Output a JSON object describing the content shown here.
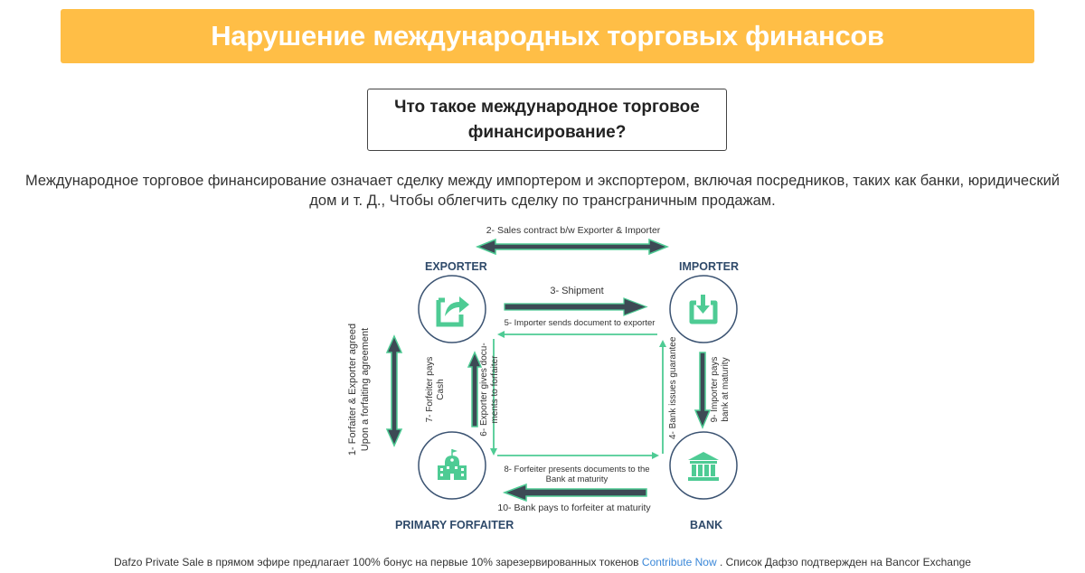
{
  "banner": {
    "title": "Нарушение международных торговых финансов",
    "color": "#FFBE46"
  },
  "question_box": {
    "text": "Что такое международное торговое финансирование?"
  },
  "description": {
    "line1": "Международное торговое финансирование означает сделку между импортером и экспортером, включая посредников, таких как банки, юридический",
    "line2": "дом и т. Д., Чтобы облегчить сделку по трансграничным продажам."
  },
  "diagram": {
    "nodes": {
      "exporter": {
        "label": "EXPORTER",
        "icon": "share-icon"
      },
      "importer": {
        "label": "IMPORTER",
        "icon": "download-icon"
      },
      "forfaiter": {
        "label": "PRIMARY FORFAITER",
        "icon": "school-building-icon"
      },
      "bank": {
        "label": "BANK",
        "icon": "bank-icon"
      }
    },
    "steps": {
      "s1": {
        "line1": "1- Forfaiter & Exporter agreed",
        "line2": "Upon a forfaiting agreement"
      },
      "s2": "2- Sales contract b/w Exporter & Importer",
      "s3": "3- Shipment",
      "s4": "4- Bank issues guarantee",
      "s5": "5- Importer sends document to exporter",
      "s6": {
        "line1": "6- Exporter gives docu-",
        "line2": "ments to forfaiter"
      },
      "s7": {
        "line1": "7- Forfeiter pays",
        "line2": "Cash"
      },
      "s8": {
        "line1": "8- Forfeiter presents documents to the",
        "line2": "Bank at maturity"
      },
      "s9": {
        "line1": "9- Importer pays",
        "line2": "bank at maturity"
      },
      "s10": "10- Bank pays to forfeiter at maturity"
    },
    "colors": {
      "green": "#4ecb94",
      "dark_arrow": "#3d4a55",
      "circle_stroke": "#3b5372",
      "node_label": "#2f4a6a"
    }
  },
  "footer": {
    "text_before": "Dafzo Private Sale в прямом эфире предлагает 100% бонус на первые 10% зарезервированных токенов",
    "link_label": "Contribute Now",
    "text_after": ". Список Дафзо подтвержден на Bancor Exchange"
  }
}
